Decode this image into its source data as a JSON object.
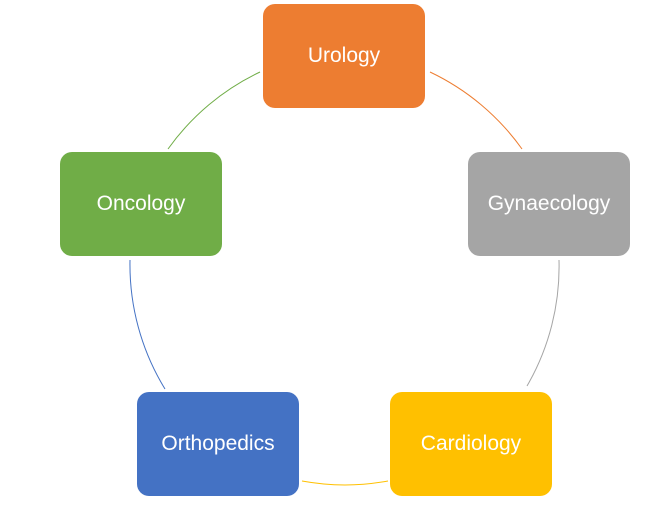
{
  "diagram": {
    "type": "cycle",
    "nodes": [
      {
        "label": "Urology",
        "color": "#ED7D31"
      },
      {
        "label": "Gynaecology",
        "color": "#A5A5A5"
      },
      {
        "label": "Cardiology",
        "color": "#FFC000"
      },
      {
        "label": "Orthopedics",
        "color": "#4472C4"
      },
      {
        "label": "Oncology",
        "color": "#70AD47"
      }
    ]
  }
}
